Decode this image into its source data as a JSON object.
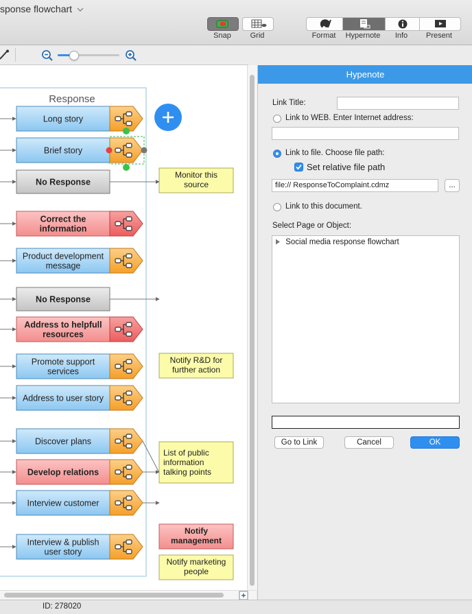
{
  "window": {
    "title": "sponse flowchart"
  },
  "toolbar": {
    "snap_label": "Snap",
    "grid_label": "Grid",
    "format_label": "Format",
    "hypernote_label": "Hypernote",
    "info_label": "Info",
    "present_label": "Present"
  },
  "zoom": {
    "level_fraction": 0.25
  },
  "flowchart": {
    "container_title": "Response",
    "nodes": [
      {
        "label": "Long story",
        "color": "blue"
      },
      {
        "label": "Brief story",
        "color": "blue"
      },
      {
        "label": "No Response",
        "color": "gray"
      },
      {
        "label": "Correct the information",
        "color": "red"
      },
      {
        "label": "Product development message",
        "color": "blue"
      },
      {
        "label": "No Response",
        "color": "gray"
      },
      {
        "label": "Address to helpfull resources",
        "color": "red"
      },
      {
        "label": "Promote support services",
        "color": "blue"
      },
      {
        "label": "Address to user story",
        "color": "blue"
      },
      {
        "label": "Discover plans",
        "color": "blue"
      },
      {
        "label": "Develop relations",
        "color": "red"
      },
      {
        "label": "Interview customer",
        "color": "blue"
      },
      {
        "label": "Interview & publish user story",
        "color": "blue"
      }
    ],
    "notes": [
      {
        "label": "Monitor this source",
        "color": "yellow"
      },
      {
        "label": "Notify R&D for further action",
        "color": "yellow"
      },
      {
        "label": "List of public information talking points",
        "color": "yellow"
      },
      {
        "label": "Notify management",
        "color": "red"
      },
      {
        "label": "Notify marketing people",
        "color": "yellow"
      }
    ]
  },
  "hypenote": {
    "header": "Hypenote",
    "link_title_label": "Link Title:",
    "link_title_value": "",
    "link_web_label": "Link to WEB. Enter Internet address:",
    "web_address_value": "",
    "link_file_label": "Link to file. Choose file path:",
    "relative_path_label": "Set relative file path",
    "relative_path_checked": true,
    "file_path_value": "file:// ResponseToComplaint.cdmz",
    "browse_label": "...",
    "link_doc_label": "Link to this document.",
    "select_label": "Select Page or Object:",
    "tree_item": "Social media response flowchart",
    "search_value": "",
    "go_to_link_label": "Go to Link",
    "cancel_label": "Cancel",
    "ok_label": "OK"
  },
  "status": {
    "id_text": "ID: 278020"
  },
  "colors": {
    "accent": "#3c99e7",
    "blue_node": "#a9d6f5",
    "gray_node": "#d2d2d2",
    "red_node": "#f7a5a5",
    "note_yellow": "#fbfbaa",
    "tag_orange": "#f7a93a",
    "tag_red": "#ef6b6b"
  }
}
